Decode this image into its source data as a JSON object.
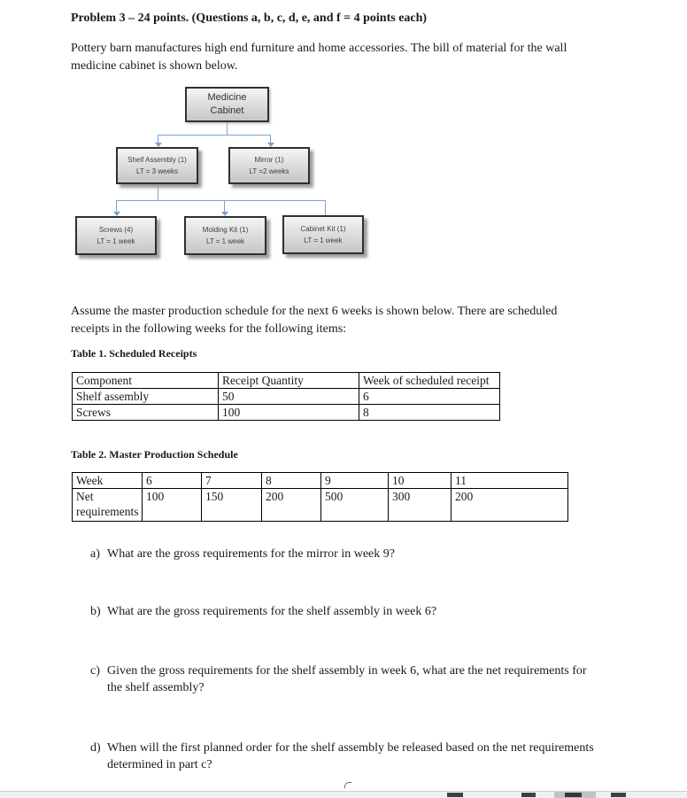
{
  "document": {
    "title": "Problem 3 – 24 points. (Questions a, b, c, d, e, and f = 4 points each)",
    "intro_paragraph": "Pottery barn manufactures high end furniture and home accessories. The bill of material for the wall\nmedicine cabinet is shown below.",
    "mps_paragraph": "Assume the master production schedule for the next 6 weeks is shown below. There are scheduled\nreceipts in the following weeks for the following items:"
  },
  "bom_diagram": {
    "root": {
      "line1": "Medicine",
      "line2": "Cabinet"
    },
    "level2": [
      {
        "line1": "Shelf Assembly (1)",
        "line2": "LT = 3 weeks"
      },
      {
        "line1": "Mirror (1)",
        "line2": "LT =2 weeks"
      }
    ],
    "level3": [
      {
        "line1": "Screws (4)",
        "line2": "LT = 1 week"
      },
      {
        "line1": "Molding Kit (1)",
        "line2": "LT = 1 week"
      },
      {
        "line1": "Cabinet Kit (1)",
        "line2": "LT = 1 week"
      }
    ],
    "colors": {
      "connector_blue": "#7da0cf",
      "box_border": "#2f2f2f",
      "box_fill_top": "#f4f4f4",
      "box_fill_bottom": "#c6c6c6"
    }
  },
  "table1": {
    "caption": "Table 1. Scheduled Receipts",
    "headers": [
      "Component",
      "Receipt Quantity",
      "Week of scheduled receipt"
    ],
    "rows": [
      [
        "Shelf assembly",
        "50",
        "6"
      ],
      [
        "Screws",
        "100",
        "8"
      ]
    ]
  },
  "table2": {
    "caption": "Table 2. Master Production Schedule",
    "row1": [
      "Week",
      "6",
      "7",
      "8",
      "9",
      "10",
      "11"
    ],
    "row2": [
      "Net requirements",
      "100",
      "150",
      "200",
      "500",
      "300",
      "200"
    ]
  },
  "questions": [
    {
      "label": "a)",
      "text": "What are the gross requirements for the mirror in week 9?"
    },
    {
      "label": "b)",
      "text": "What are the gross requirements for the shelf assembly in week 6?"
    },
    {
      "label": "c)",
      "text": "Given the gross requirements for the shelf assembly in week 6, what are the net requirements for\nthe shelf assembly?"
    },
    {
      "label": "d)",
      "text": "When will the first planned order for the shelf assembly be released based on the net requirements\ndetermined in part c?"
    }
  ]
}
